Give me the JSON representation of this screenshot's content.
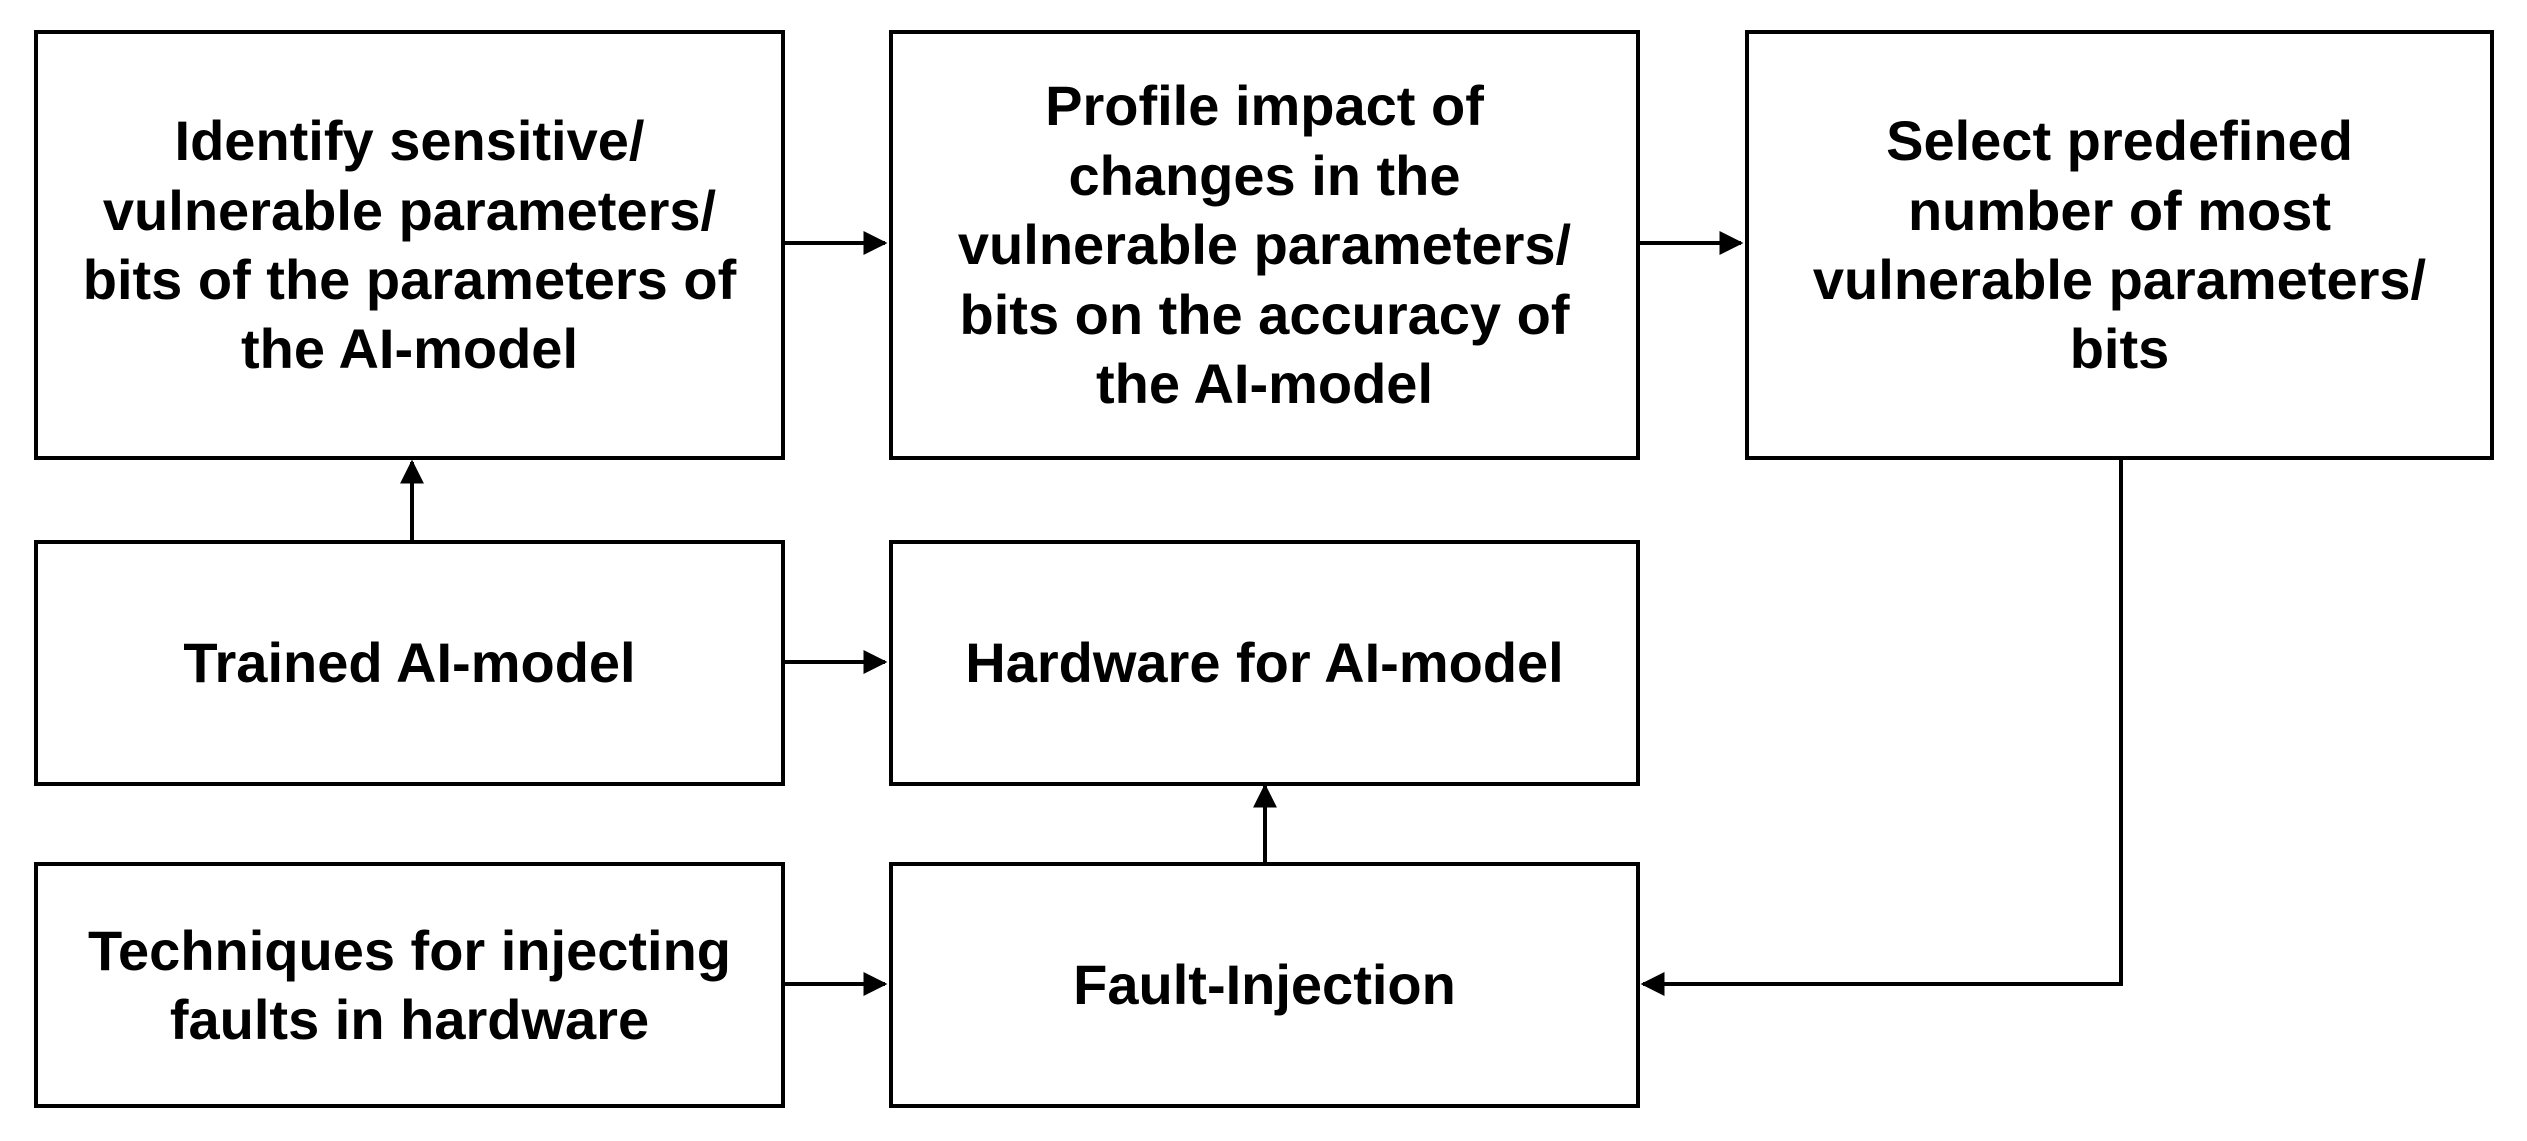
{
  "nodes": {
    "identify": {
      "label": "Identify sensitive/\nvulnerable parameters/\nbits of the parameters of\nthe AI-model"
    },
    "profile": {
      "label": "Profile impact of\nchanges in the\nvulnerable parameters/\nbits on the accuracy of\nthe AI-model"
    },
    "select": {
      "label": "Select predefined\nnumber of most\nvulnerable parameters/\nbits"
    },
    "trained": {
      "label": "Trained AI-model"
    },
    "hardware": {
      "label": "Hardware for AI-model"
    },
    "techniques": {
      "label": "Techniques for injecting\nfaults in hardware"
    },
    "fault": {
      "label": "Fault-Injection"
    }
  },
  "edges": [
    {
      "from": "trained",
      "to": "identify"
    },
    {
      "from": "identify",
      "to": "profile"
    },
    {
      "from": "profile",
      "to": "select"
    },
    {
      "from": "trained",
      "to": "hardware"
    },
    {
      "from": "fault",
      "to": "hardware"
    },
    {
      "from": "techniques",
      "to": "fault"
    },
    {
      "from": "select",
      "to": "fault"
    }
  ],
  "colors": {
    "stroke": "#000000",
    "background": "#ffffff",
    "text": "#000000"
  }
}
